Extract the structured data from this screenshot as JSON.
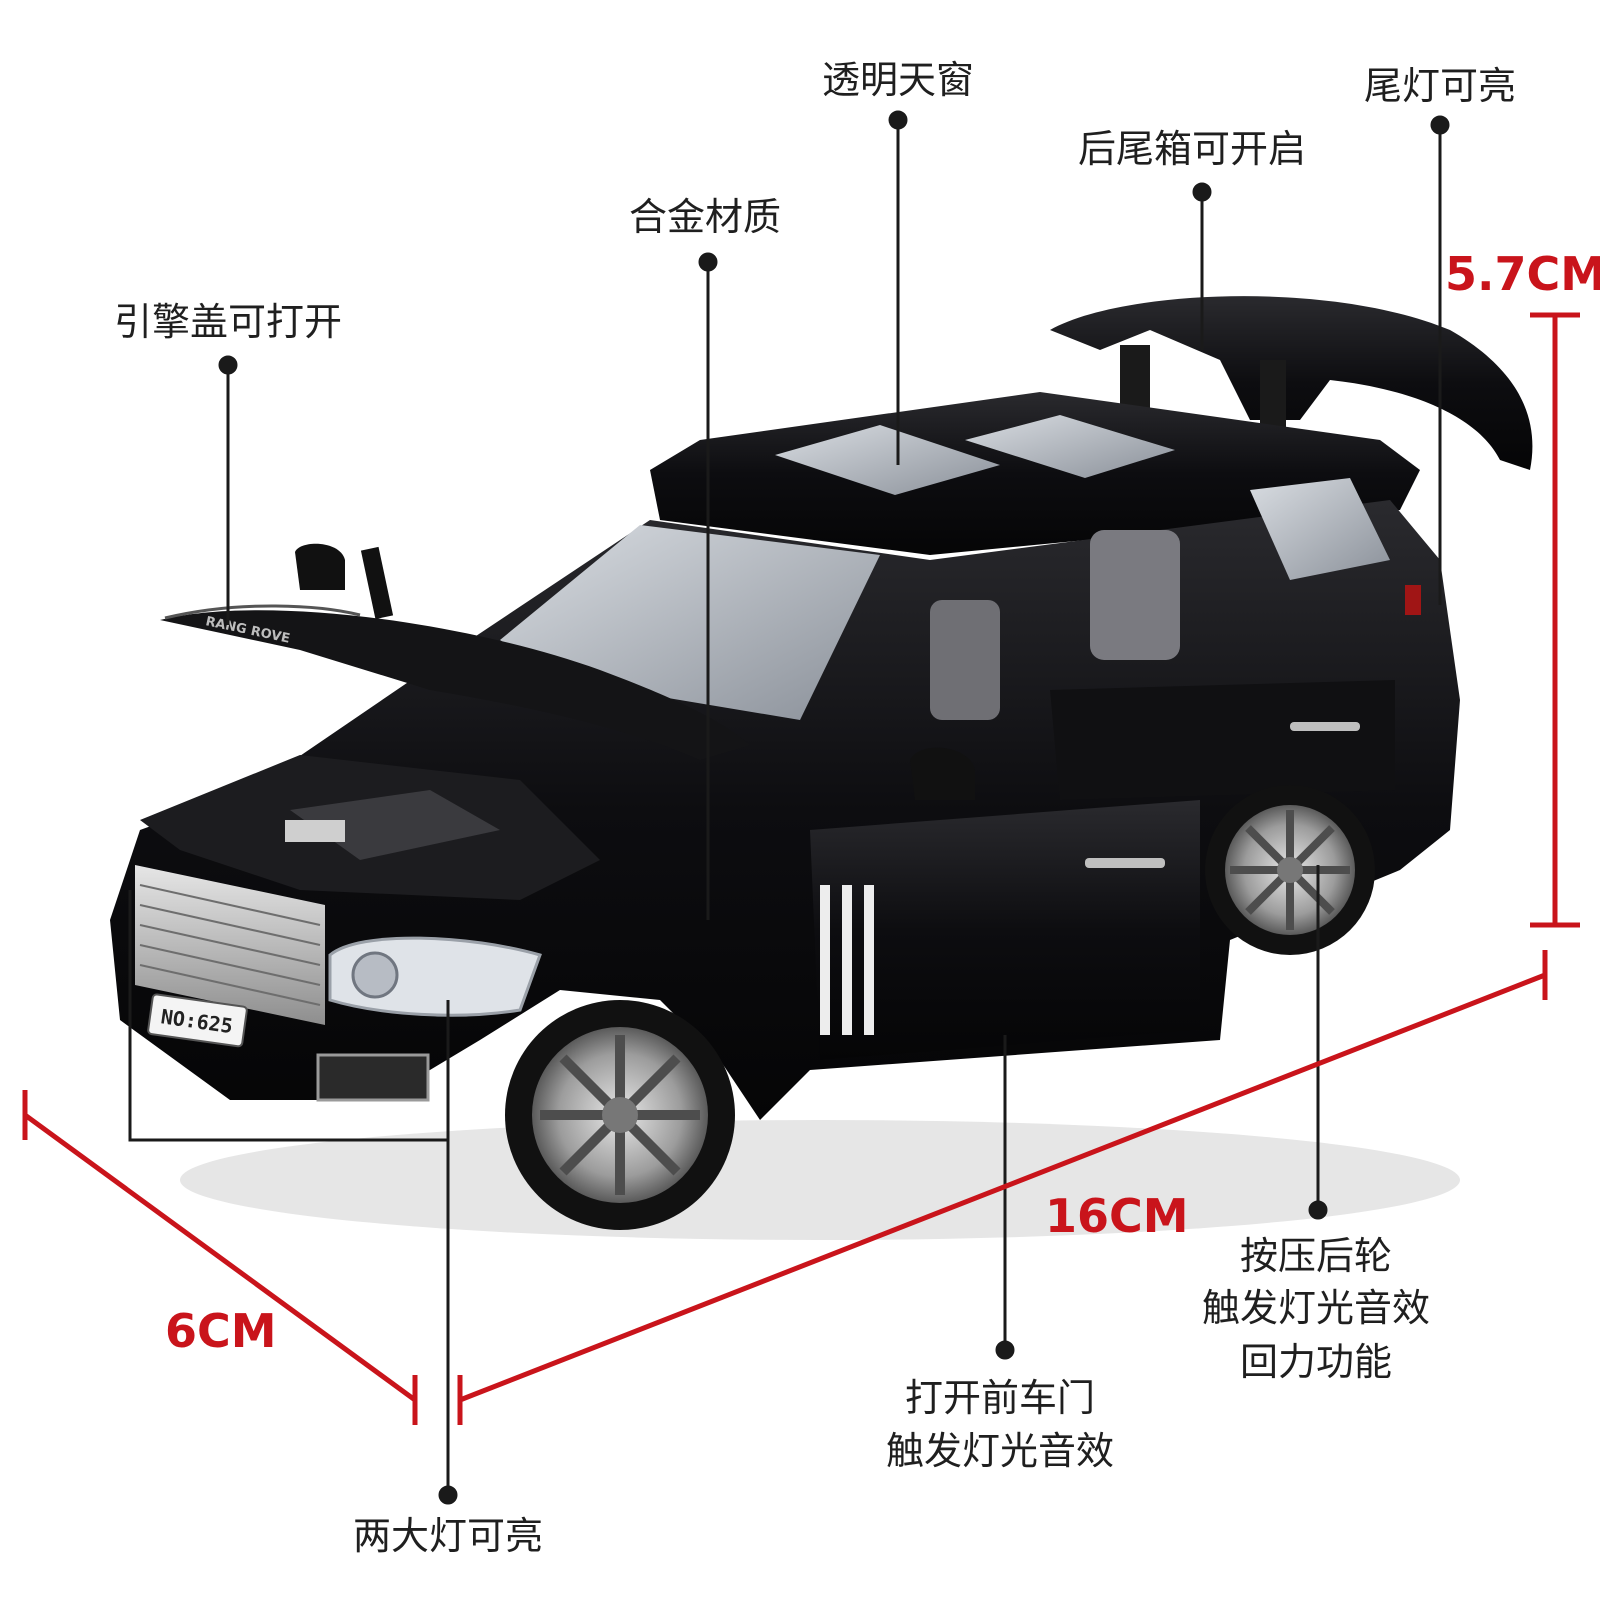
{
  "colors": {
    "dimension": "#c9141b",
    "callout": "#1a1a1a",
    "body": "#0e0e10",
    "chrome": "#c8c8c8"
  },
  "vehicle": {
    "hood_badge": "RANG ROVE",
    "plate": "NO:625"
  },
  "callouts": {
    "sunroof": "透明天窗",
    "taillight": "尾灯可亮",
    "trunk": "后尾箱可开启",
    "alloy": "合金材质",
    "hood": "引擎盖可打开",
    "rear_wheel": [
      "按压后轮",
      "触发灯光音效",
      "回力功能"
    ],
    "front_door": [
      "打开前车门",
      "触发灯光音效"
    ],
    "headlights": "两大灯可亮"
  },
  "dimensions": {
    "height": "5.7CM",
    "length": "16CM",
    "width": "6CM"
  }
}
